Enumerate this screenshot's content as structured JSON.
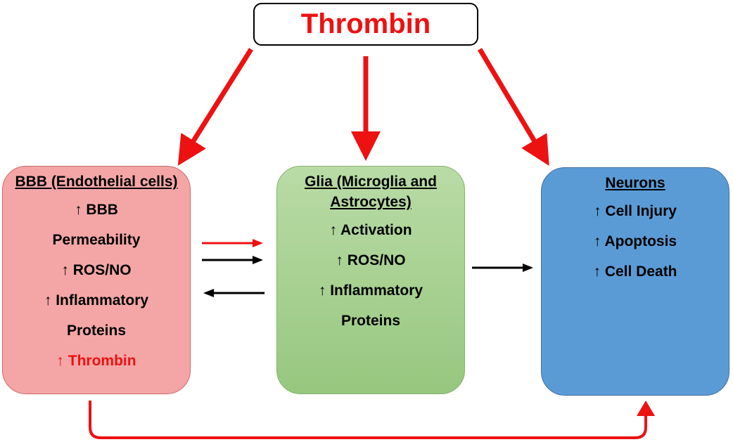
{
  "title": "Thrombin",
  "boxes": {
    "bbb": {
      "heading": "BBB (Endothelial cells)",
      "lines": [
        "↑ BBB",
        "Permeability",
        "↑ ROS/NO",
        "↑ Inflammatory",
        "Proteins"
      ],
      "highlight": "↑ Thrombin"
    },
    "glia": {
      "heading": "Glia (Microglia and Astrocytes)",
      "lines": [
        "↑ Activation",
        "↑ ROS/NO",
        "↑ Inflammatory",
        "Proteins"
      ]
    },
    "neurons": {
      "heading": "Neurons",
      "lines": [
        "↑ Cell Injury",
        "↑ Apoptosis",
        "↑ Cell Death"
      ]
    }
  },
  "colors": {
    "thrombin_red": "#ee1111",
    "bbb_fill": "#f4a6a6",
    "glia_fill": "#a4cf8e",
    "neurons_fill": "#5b9bd5",
    "arrow_black": "#000000"
  }
}
